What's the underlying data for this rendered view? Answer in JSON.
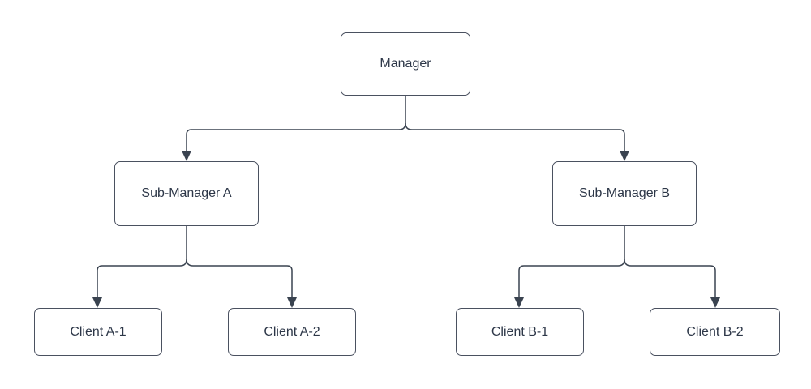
{
  "diagram": {
    "type": "org-chart",
    "colors": {
      "line": "#3a4350",
      "box_border": "#4a5160",
      "box_fill": "#ffffff",
      "text": "#2d3748",
      "background": "#ffffff"
    },
    "nodes": {
      "manager": {
        "label": "Manager",
        "level": 0
      },
      "sub_a": {
        "label": "Sub-Manager A",
        "level": 1
      },
      "sub_b": {
        "label": "Sub-Manager B",
        "level": 1
      },
      "client_a1": {
        "label": "Client A-1",
        "level": 2
      },
      "client_a2": {
        "label": "Client A-2",
        "level": 2
      },
      "client_b1": {
        "label": "Client B-1",
        "level": 2
      },
      "client_b2": {
        "label": "Client B-2",
        "level": 2
      }
    },
    "edges": [
      {
        "from": "manager",
        "to": "sub_a",
        "arrow": "down"
      },
      {
        "from": "manager",
        "to": "sub_b",
        "arrow": "down"
      },
      {
        "from": "sub_a",
        "to": "client_a1",
        "arrow": "down"
      },
      {
        "from": "sub_a",
        "to": "client_a2",
        "arrow": "down"
      },
      {
        "from": "sub_b",
        "to": "client_b1",
        "arrow": "down"
      },
      {
        "from": "sub_b",
        "to": "client_b2",
        "arrow": "down"
      }
    ]
  }
}
